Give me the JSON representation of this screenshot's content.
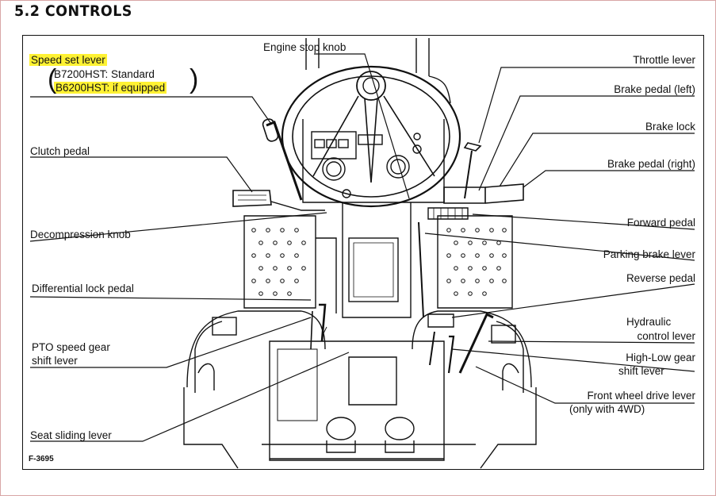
{
  "section_title": "5.2 CONTROLS",
  "figure_id": "F-3695",
  "labels": {
    "speed_set_lever": "Speed set lever",
    "b7200": "B7200HST: Standard",
    "b6200": "B6200HST: if equipped",
    "engine_stop_knob": "Engine stop knob",
    "throttle_lever": "Throttle lever",
    "brake_pedal_left": "Brake pedal (left)",
    "brake_lock": "Brake lock",
    "clutch_pedal": "Clutch pedal",
    "brake_pedal_right": "Brake pedal (right)",
    "forward_pedal": "Forward pedal",
    "decompression_knob": "Decompression knob",
    "parking_brake_lever": "Parking brake lever",
    "reverse_pedal": "Reverse pedal",
    "differential_lock_pedal": "Differential lock pedal",
    "hydraulic_control_lever_1": "Hydraulic",
    "hydraulic_control_lever_2": "control lever",
    "pto_speed_gear_1": "PTO speed gear",
    "pto_speed_gear_2": "shift lever",
    "high_low_gear_1": "High-Low gear",
    "high_low_gear_2": "shift lever",
    "front_wheel_drive_1": "Front wheel drive lever",
    "front_wheel_drive_2": "(only with 4WD)",
    "seat_sliding_lever": "Seat sliding lever"
  },
  "colors": {
    "highlight": "#fff233",
    "ink": "#111111",
    "border": "#d9a6a6"
  }
}
